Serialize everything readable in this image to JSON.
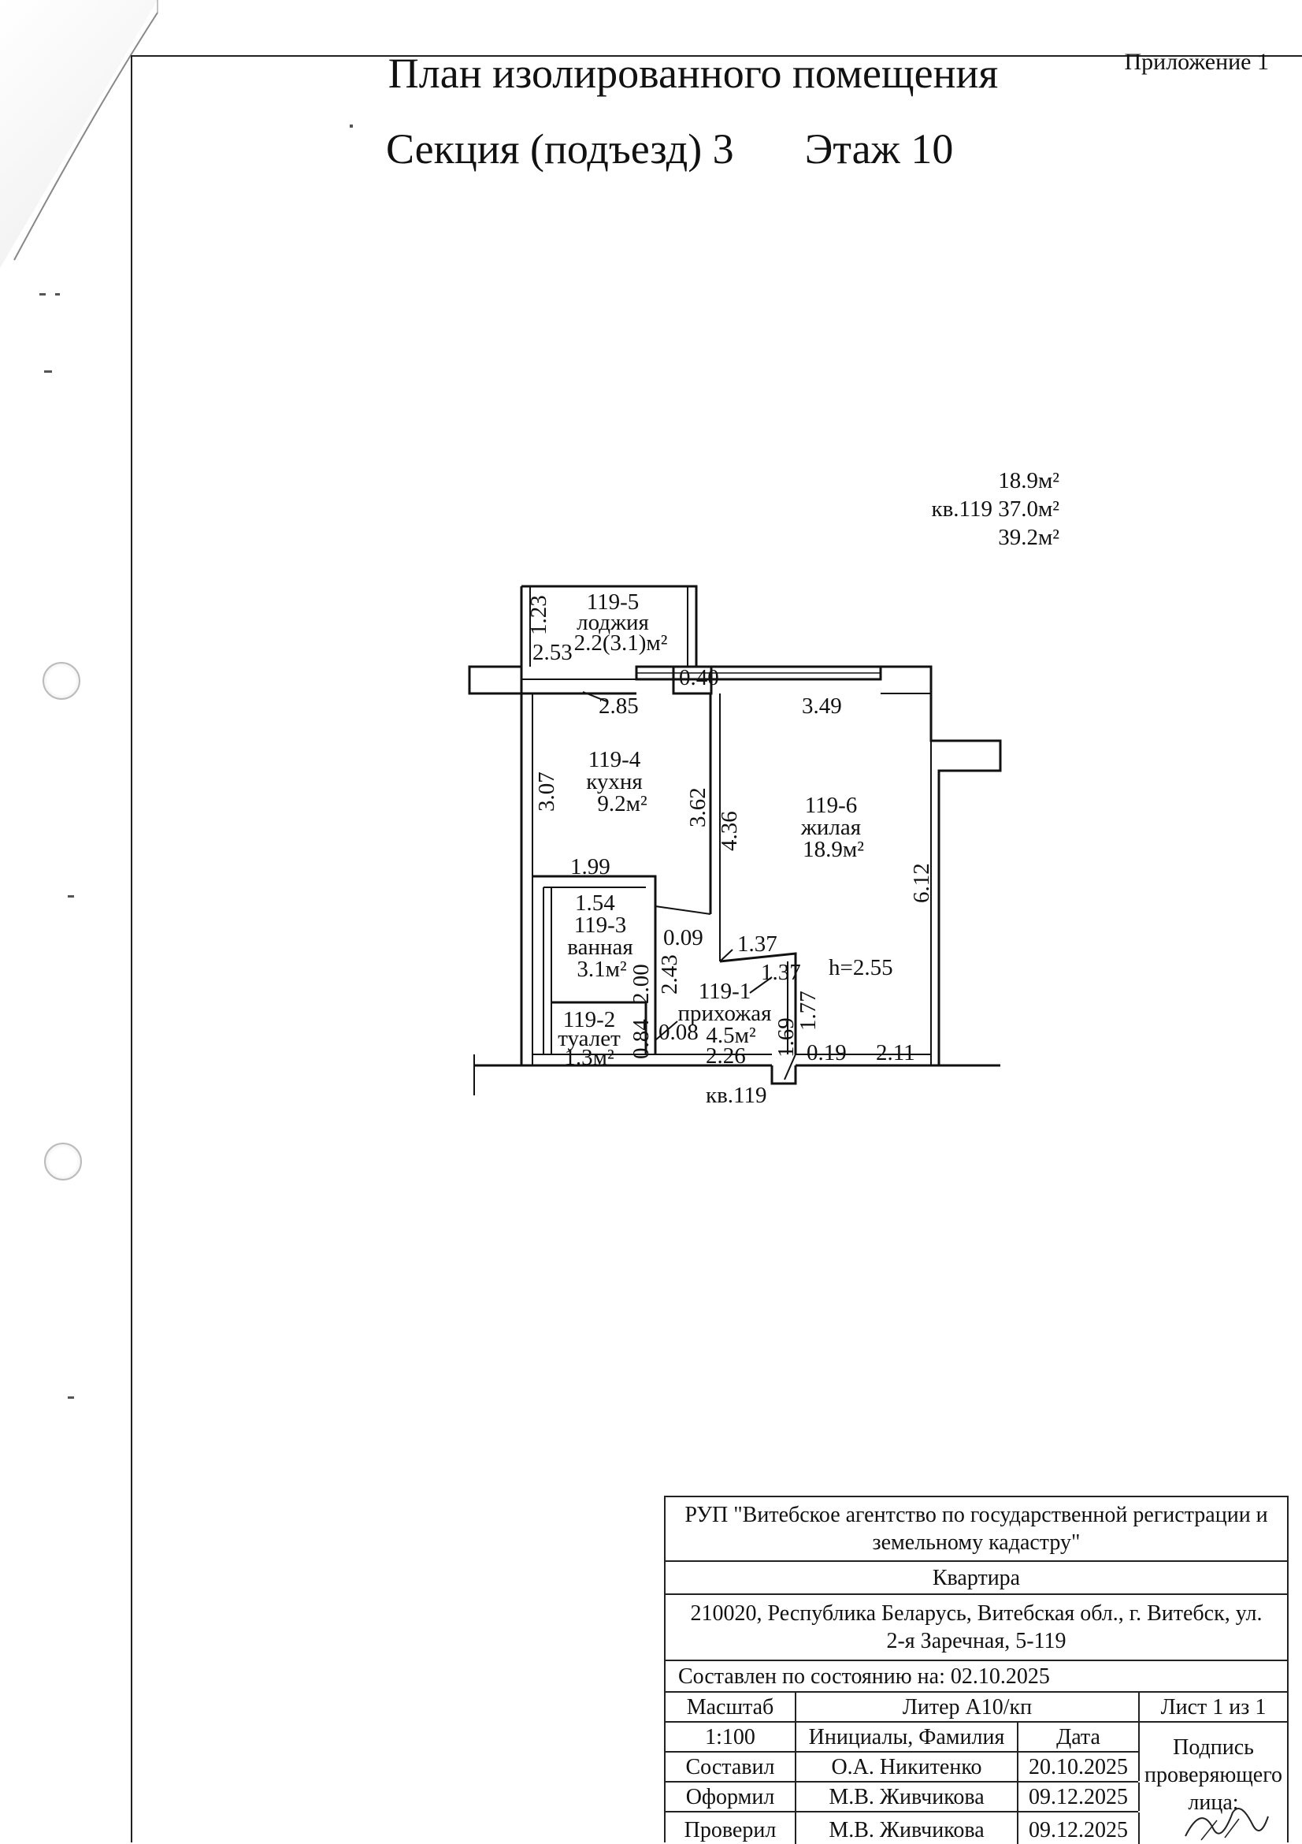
{
  "header": {
    "annex": "Приложение 1",
    "title": "План изолированного помещения",
    "section": "Секция (подъезд) 3",
    "floor": "Этаж 10"
  },
  "summary": {
    "living": "18.9м²",
    "apartment": "кв.119",
    "total": "37.0м²",
    "total_with_loggia": "39.2м²"
  },
  "plan": {
    "rooms": [
      {
        "id": "119-5",
        "name": "лоджия",
        "area": "2.2(3.1)м²"
      },
      {
        "id": "119-4",
        "name": "кухня",
        "area": "9.2м²"
      },
      {
        "id": "119-6",
        "name": "жилая",
        "area": "18.9м²"
      },
      {
        "id": "119-3",
        "name": "ванная",
        "area": "3.1м²"
      },
      {
        "id": "119-1",
        "name": "прихожая",
        "area": "4.5м²"
      },
      {
        "id": "119-2",
        "name": "туалет",
        "area": "1.3м²"
      }
    ],
    "dimensions": {
      "loggia_height": "1.23",
      "loggia_width": "2.53",
      "window_gap": "0.40",
      "kitchen_width": "2.85",
      "living_width": "3.49",
      "kitchen_depth": "3.07",
      "partition_a": "3.62",
      "partition_b": "4.36",
      "living_depth": "6.12",
      "bath_top": "1.99",
      "bath_width": "1.54",
      "step_a": "0.09",
      "bath_depth": "2.43",
      "hall_a": "1.37",
      "hall_b": "1.37",
      "toilet_depth": "2.00",
      "hall_depth": "1.77",
      "toilet_width": "0.84",
      "step_b": "0.08",
      "hall_c": "1.69",
      "hall_width": "2.26",
      "door_gap": "0.19",
      "entry_width": "2.11",
      "ceiling": "h=2.55"
    },
    "entrance": "кв.119"
  },
  "stamp": {
    "org": "РУП \"Витебское агентство по государственной регистрации и земельному кадастру\"",
    "object": "Квартира",
    "address_line1": "210020, Республика Беларусь, Витебская обл., г. Витебск, ул.",
    "address_line2": "2-я Заречная, 5-119",
    "state_date": "Составлен по состоянию на: 02.10.2025",
    "scale_label": "Масштаб",
    "liter": "Литер А10/кп",
    "sheet": "Лист  1   из  1",
    "scale_value": "1:100",
    "initials_header": "Инициалы, Фамилия",
    "date_header": "Дата",
    "signature_header": "Подпись проверяющего лица:",
    "rows": [
      {
        "role": "Составил",
        "name": "О.А. Никитенко",
        "date": "20.10.2025"
      },
      {
        "role": "Оформил",
        "name": "М.В. Живчикова",
        "date": "09.12.2025"
      },
      {
        "role": "Проверил",
        "name": "М.В. Живчикова",
        "date": "09.12.2025"
      }
    ]
  }
}
